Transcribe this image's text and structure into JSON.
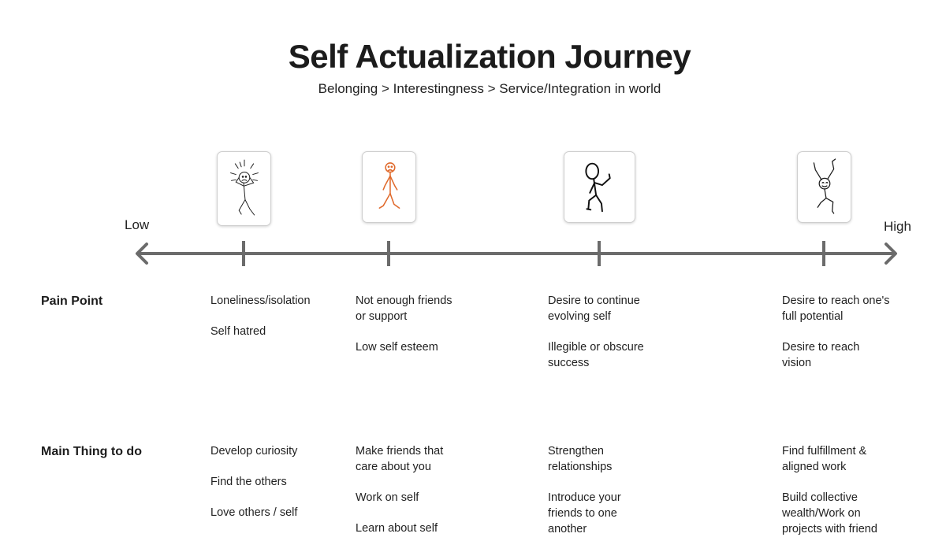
{
  "title": "Self Actualization Journey",
  "subtitle": "Belonging > Interestingness > Service/Integration in world",
  "axis": {
    "low_label": "Low",
    "high_label": "High",
    "color": "#6b6b6b"
  },
  "colors": {
    "sad_figure": "#e06a2c",
    "ink": "#1c1c1c"
  },
  "stages": [
    {
      "icon": "distressed-stick-figure-icon",
      "pain_points": [
        "Loneliness/isolation",
        "Self hatred"
      ],
      "main_things": [
        "Develop curiosity",
        "Find the others",
        "Love others / self"
      ]
    },
    {
      "icon": "sad-stick-figure-icon",
      "pain_points": [
        "Not enough friends or support",
        "Low self esteem"
      ],
      "main_things": [
        "Make friends that care about you",
        "Work on self",
        "Learn about self"
      ]
    },
    {
      "icon": "walking-stick-figure-icon",
      "pain_points": [
        "Desire to continue evolving self",
        "Illegible or obscure success"
      ],
      "main_things": [
        "Strengthen relationships",
        "Introduce your friends to one another"
      ]
    },
    {
      "icon": "jumping-stick-figure-icon",
      "pain_points": [
        "Desire to reach one's full potential",
        "Desire to reach vision"
      ],
      "main_things": [
        "Find fulfillment & aligned work",
        "Build collective wealth/Work on projects with friend"
      ]
    }
  ],
  "rows": {
    "pain_point_label": "Pain Point",
    "main_thing_label": "Main Thing to do"
  }
}
